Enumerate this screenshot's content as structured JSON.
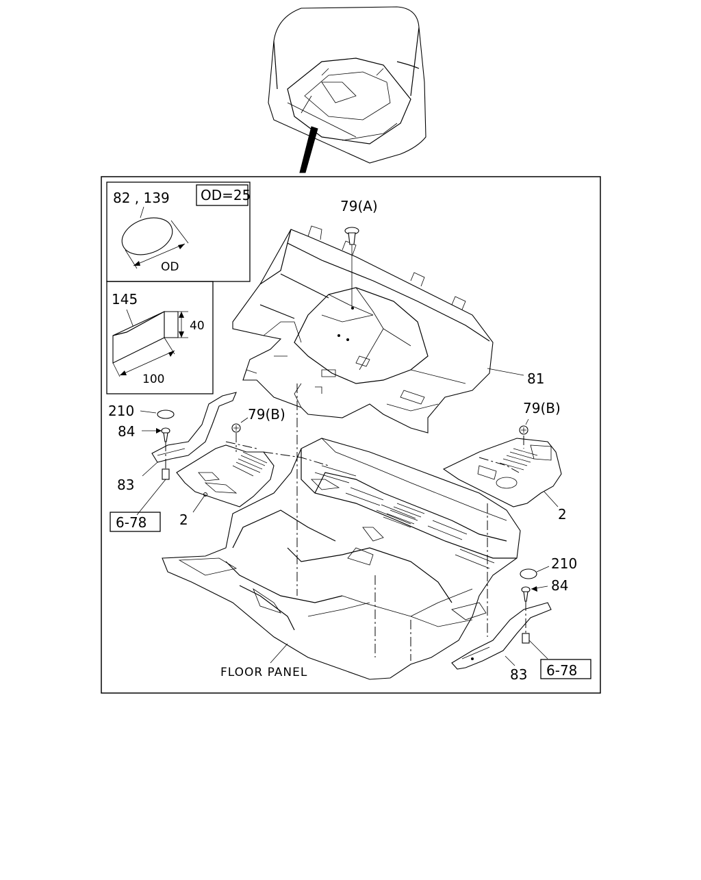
{
  "callouts": {
    "c_82_139": "82 , 139",
    "od_note": "OD=25",
    "od_dim": "OD",
    "c_145": "145",
    "dim_40": "40",
    "dim_100": "100",
    "c_79a": "79(A)",
    "c_81": "81",
    "c_79b_left": "79(B)",
    "c_79b_right": "79(B)",
    "c_210_left": "210",
    "c_84_left": "84",
    "c_83_left": "83",
    "ref_left": "6-78",
    "c_2_left": "2",
    "c_2_right": "2",
    "c_210_right": "210",
    "c_84_right": "84",
    "c_83_right": "83",
    "ref_right": "6-78",
    "floor_panel": "FLOOR PANEL"
  }
}
